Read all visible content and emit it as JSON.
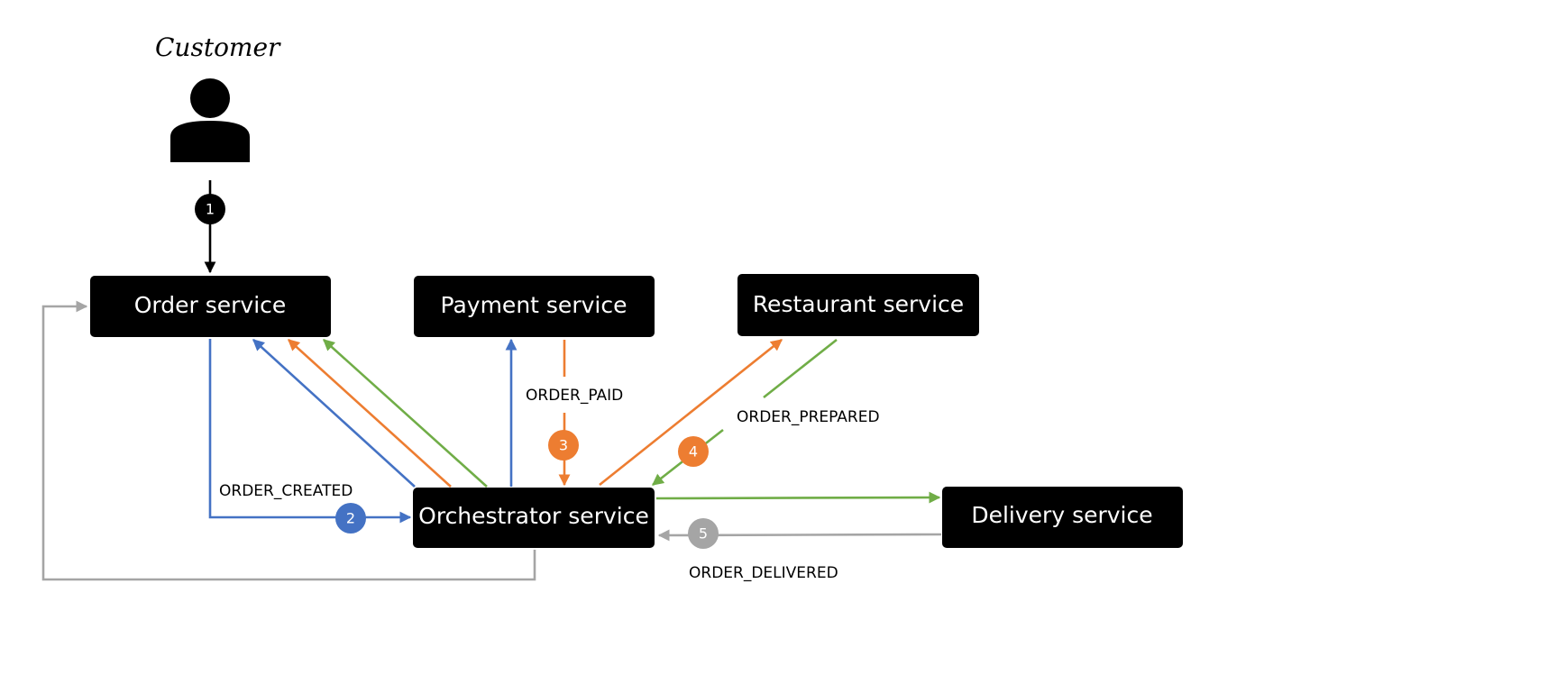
{
  "actor": {
    "title": "Customer",
    "icon": "person-icon"
  },
  "services": {
    "order": "Order service",
    "payment": "Payment service",
    "restaurant": "Restaurant service",
    "orchestrator": "Orchestrator service",
    "delivery": "Delivery service"
  },
  "events": {
    "order_created": "ORDER_CREATED",
    "order_paid": "ORDER_PAID",
    "order_prepared": "ORDER_PREPARED",
    "order_delivered": "ORDER_DELIVERED"
  },
  "steps": [
    {
      "num": "1",
      "color": "#000000"
    },
    {
      "num": "2",
      "color": "#4472C4"
    },
    {
      "num": "3",
      "color": "#ED7D31"
    },
    {
      "num": "4",
      "color": "#ED7D31"
    },
    {
      "num": "5",
      "color": "#A5A5A5"
    }
  ],
  "colors": {
    "blue": "#4472C4",
    "orange": "#ED7D31",
    "green": "#70AD47",
    "gray": "#A5A5A5",
    "black": "#000000"
  }
}
